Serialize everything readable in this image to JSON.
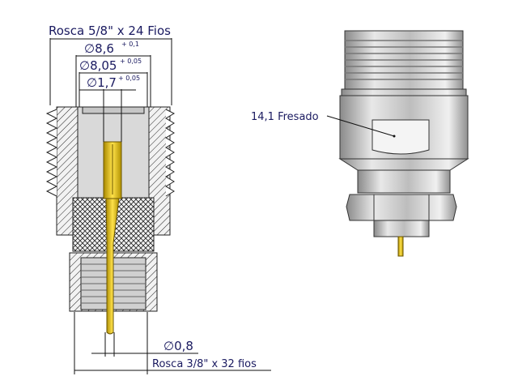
{
  "title": "Conector coaxial - desenho técnico",
  "dimensions": {
    "thread_top": "Rosca 5/8\" x 24 Fios",
    "d1_value": "∅8,6",
    "d1_tol": "+ 0,1",
    "d2_value": "∅8,05",
    "d2_tol": "+ 0,05",
    "d3_value": "∅1,7",
    "d3_tol": "+ 0,05",
    "pin_diameter": "∅0,8",
    "thread_bottom": "Rosca 3/8\" x 32 fios",
    "milled": "14,1 Fresado"
  },
  "colors": {
    "gold": "#e8c000",
    "metal": "#c8c8c8",
    "cavity": "#d9d9d9",
    "text": "#1a1a60"
  }
}
